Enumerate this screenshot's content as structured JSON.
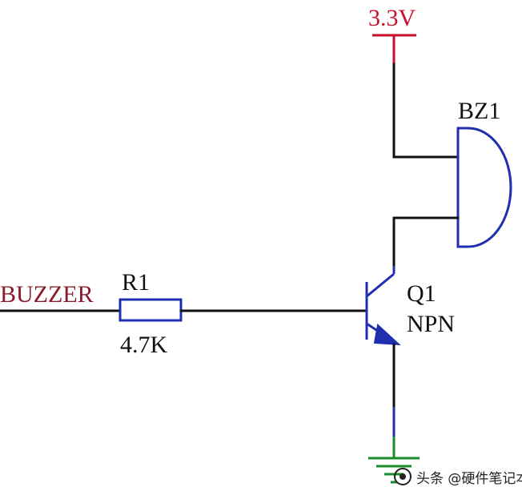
{
  "labels": {
    "supply": "3.3V",
    "buzzer_ref": "BZ1",
    "net_in": "BUZZER",
    "resistor_ref": "R1",
    "resistor_value": "4.7K",
    "transistor_ref": "Q1",
    "transistor_type": "NPN"
  },
  "watermark": {
    "text": "头条 @硬件笔记本",
    "icon": "platform-logo-icon"
  },
  "colors": {
    "wire": "#111111",
    "component": "#1f2fb0",
    "power": "#c8102e",
    "ground": "#1a8a2a",
    "net_label": "#8b1a2b"
  }
}
